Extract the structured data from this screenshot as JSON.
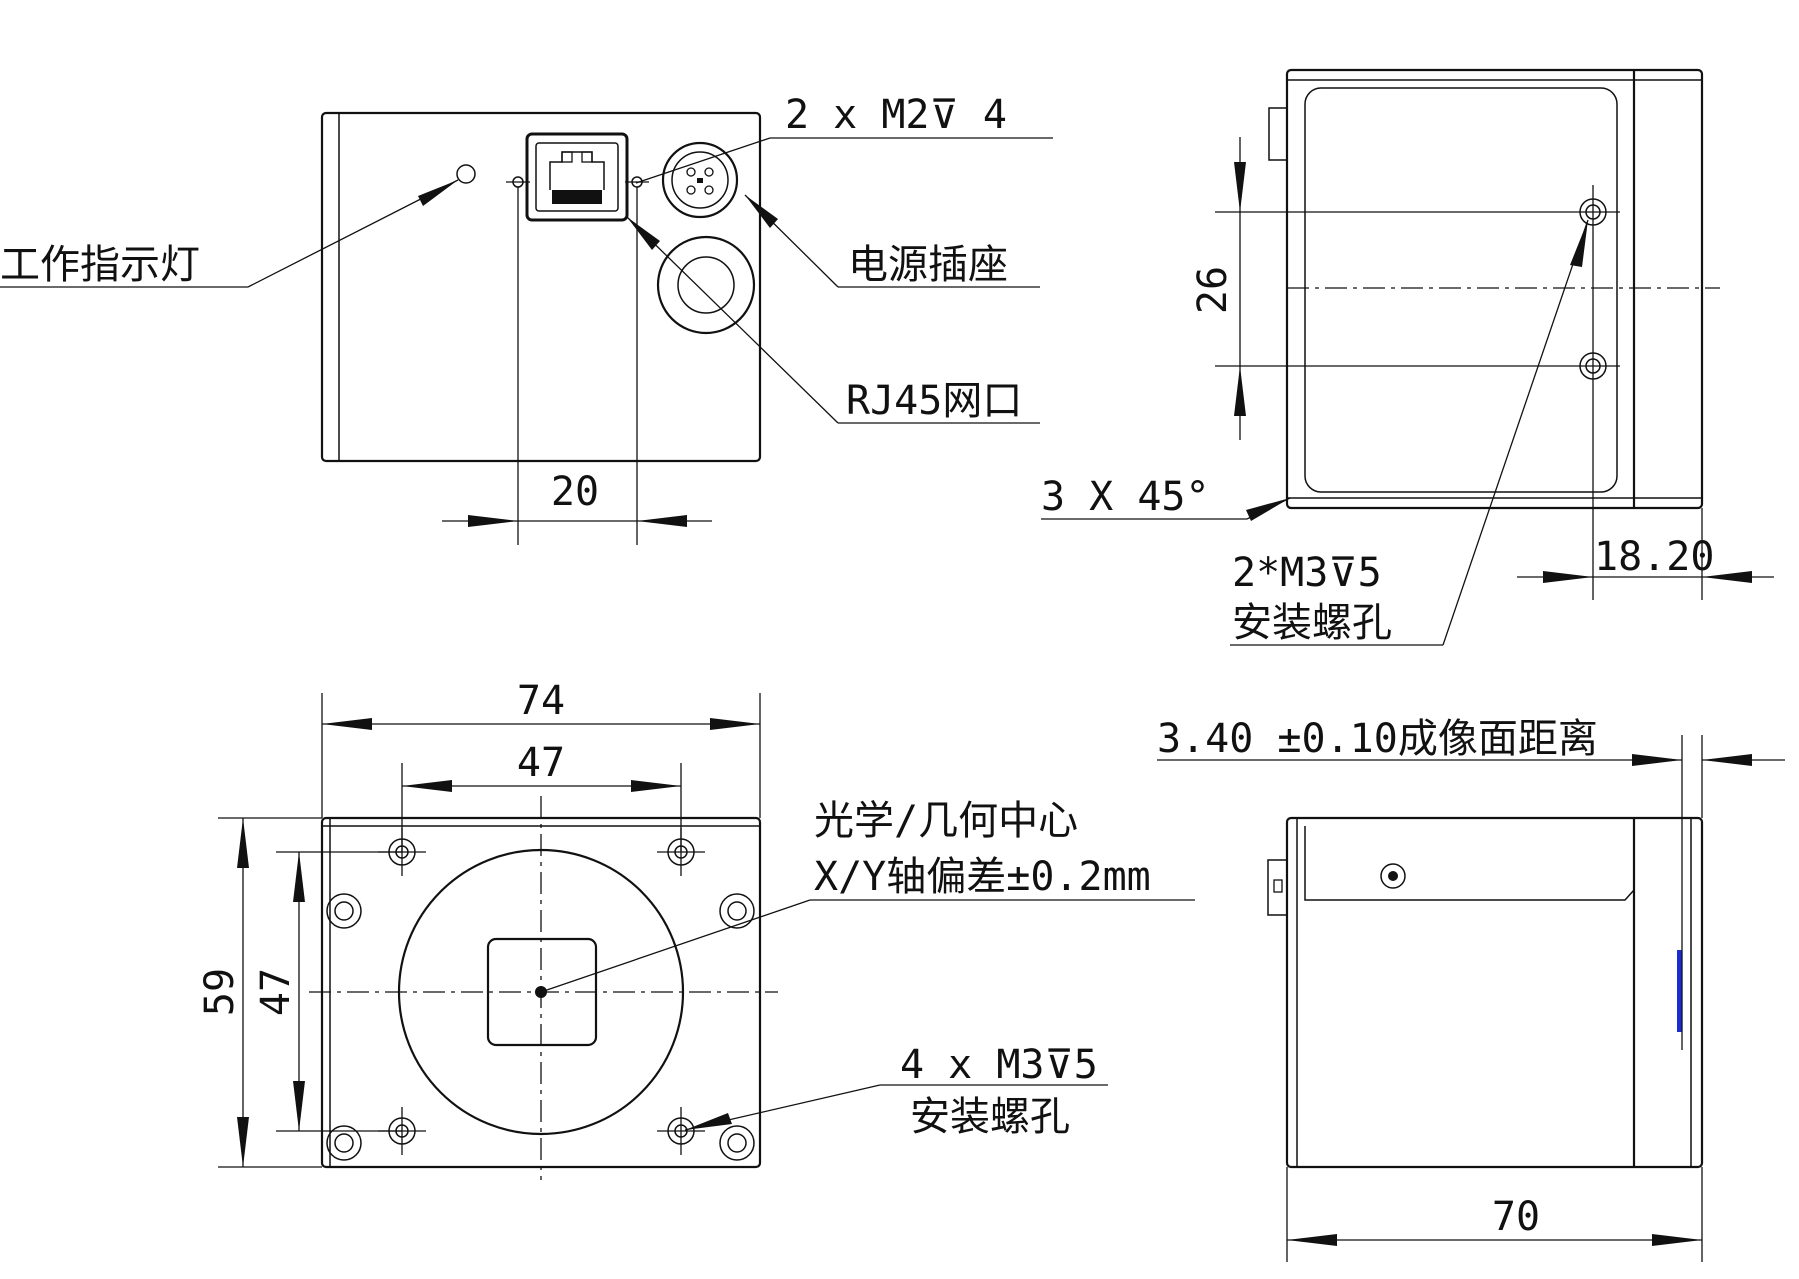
{
  "labels": {
    "status_led": "工作指示灯",
    "screw_holes_back": "2 x  M2⊽ 4",
    "power_socket": "电源插座",
    "rj45": "RJ45网口",
    "chamfer": "3 X 45°",
    "side_holes_line1": "2*M3⊽5",
    "side_holes_line2": "安装螺孔",
    "image_plane": "3.40 ±0.10成像面距离",
    "optical_center_line1": "光学/几何中心",
    "optical_center_line2": "X/Y轴偏差±0.2mm",
    "front_holes_line1": "4 x M3⊽5",
    "front_holes_line2": "安装螺孔"
  },
  "dimensions": {
    "back_holes_spacing": "20",
    "side_holes_spacing": "26",
    "side_offset": "18.20",
    "front_width": "74",
    "front_inner_width": "47",
    "front_height": "59",
    "front_inner_height": "47",
    "body_length": "70"
  },
  "colors": {
    "line": "#111111",
    "indicator": "#1a2bd8"
  }
}
